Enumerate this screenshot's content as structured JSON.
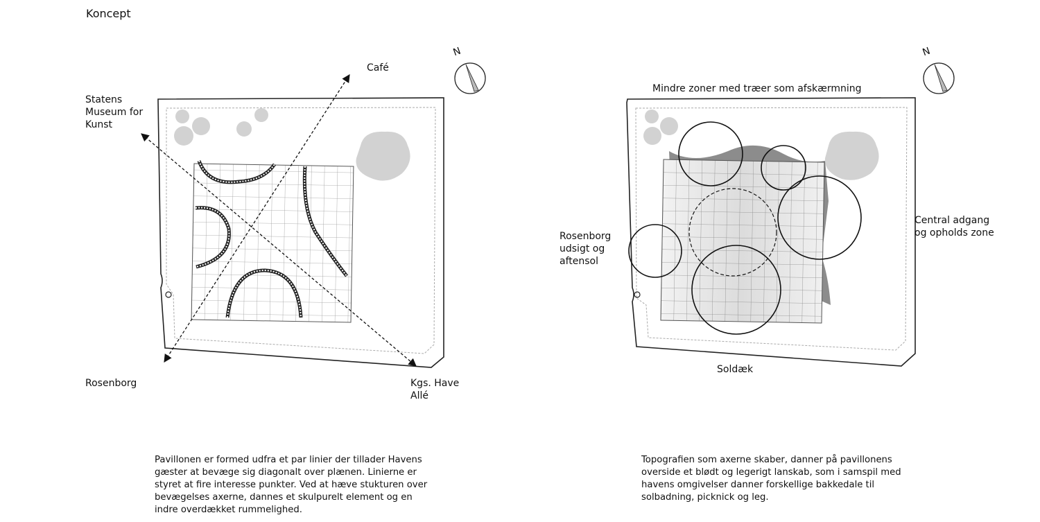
{
  "page_title": "Koncept",
  "left_diagram": {
    "labels": {
      "smk": "Statens\nMuseum for\nKunst",
      "cafe": "Café",
      "rosenborg": "Rosenborg",
      "kgs_have": "Kgs. Have\nAllé"
    },
    "compass": "N",
    "caption": "Pavillonen er formed udfra et par linier der tillader Havens\ngæster at bevæge sig diagonalt over plænen. Linierne er\nstyret at fire interesse punkter.  Ved at hæve stukturen over\nbevægelses axerne, dannes et skulpurelt element og en\nindre overdækket rummelighed."
  },
  "right_diagram": {
    "labels": {
      "top": "Mindre zoner med træer som afskærmning",
      "central": "Central adgang\nog opholds zone",
      "rosenborg": "Rosenborg\nudsigt og\naftensol",
      "soldaek": "Soldæk"
    },
    "compass": "N",
    "caption": "Topografien som axerne skaber, danner på pavillonens\noverside et blødt og legerigt lanskab, som i samspil med\nhavens omgivelser danner forskellige bakkedale til\nsolbadning, picknick og leg."
  },
  "colors": {
    "tree": "#d2d2d2",
    "dark_shape": "#8c8c8c",
    "grid_line": "#999999",
    "outline": "#222222"
  }
}
